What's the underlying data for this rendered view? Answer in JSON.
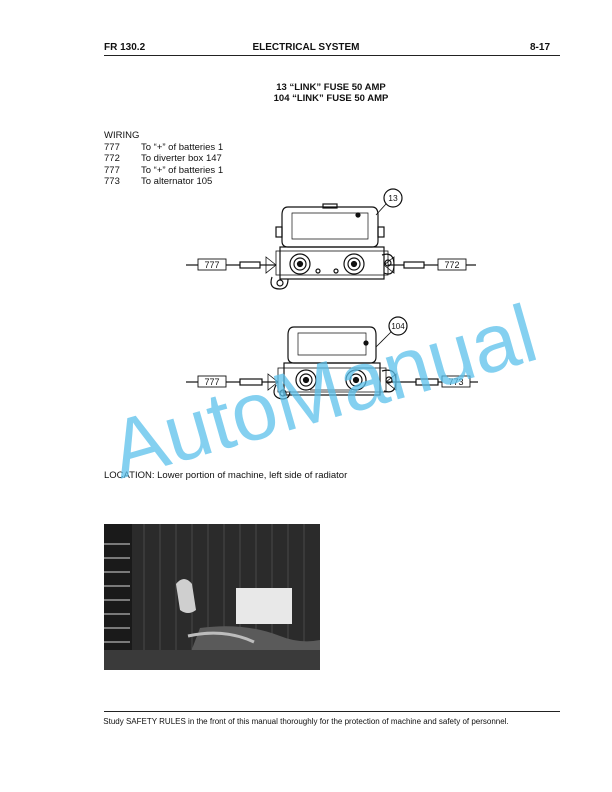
{
  "header": {
    "doc_code": "FR 130.2",
    "section": "ELECTRICAL SYSTEM",
    "page": "8-17"
  },
  "titles": [
    "13  “LINK” FUSE 50 AMP",
    "104  “LINK” FUSE 50 AMP"
  ],
  "wiring": {
    "heading": "WIRING",
    "rows": [
      {
        "num": "777",
        "desc": "To “+” of batteries 1"
      },
      {
        "num": "772",
        "desc": "To diverter box 147"
      },
      {
        "num": "777",
        "desc": "To “+” of batteries 1"
      },
      {
        "num": "773",
        "desc": "To alternator 105"
      }
    ]
  },
  "diagram": {
    "fuse_top_callout": "13",
    "fuse_top_left_wire": "777",
    "fuse_top_right_wire": "772",
    "fuse_bottom_callout": "104",
    "fuse_bottom_left_wire": "777",
    "fuse_bottom_right_wire": "773"
  },
  "location": "LOCATION: Lower portion of machine, left side of radiator",
  "footer": "Study SAFETY RULES in the front of this manual thoroughly for the protection of machine and safety of personnel.",
  "watermark": "AutoManual",
  "colors": {
    "watermark": "#5bc0eb",
    "ink": "#111111"
  }
}
